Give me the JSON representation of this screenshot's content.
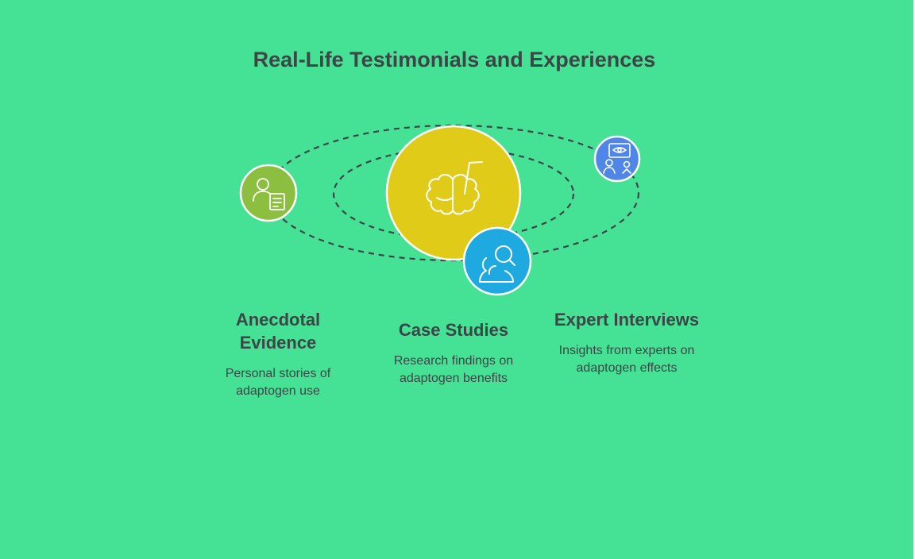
{
  "title": "Real-Life Testimonials and Experiences",
  "colors": {
    "background": "#45e296",
    "anecdotal": "#8cbf3f",
    "case_studies": "#e0cb18",
    "expert": "#4f86e8",
    "research": "#1ea9e0",
    "orbit": "#3f4446"
  },
  "items": [
    {
      "icon": "user-document-icon",
      "title": "Anecdotal Evidence",
      "description": "Personal stories of adaptogen use"
    },
    {
      "icon": "brain-icon",
      "title": "Case Studies",
      "description": "Research findings on adaptogen benefits"
    },
    {
      "icon": "eye-speech-people-icon",
      "title": "Expert Interviews",
      "description": "Insights from experts on adaptogen effects"
    }
  ],
  "extra_icon": "search-person-icon"
}
